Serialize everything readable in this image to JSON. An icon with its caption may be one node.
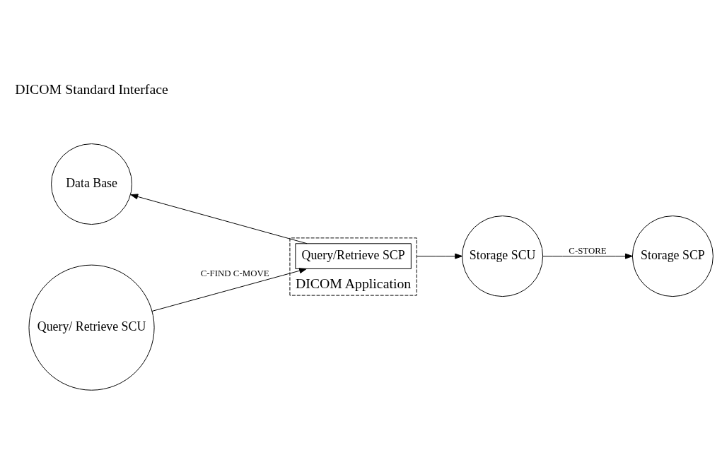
{
  "diagram": {
    "nodes": [
      {
        "text": [
          "DICOM Application"
        ]
      },
      {
        "text": [
          "Query/Retrieve SCP"
        ],
        "in": 0
      },
      {
        "text": [
          "Data Base"
        ]
      },
      {
        "text": [
          "Query/ Retrieve SCU"
        ]
      },
      {
        "text": [
          "Storage SCU"
        ]
      },
      {
        "text": [
          "Storage SCP"
        ]
      }
    ],
    "edges": [
      {
        "from": 1,
        "to": 2,
        "arrow": "to"
      },
      {
        "from": 3,
        "to": 1,
        "arrow": "to",
        "label": "C-FIND C-MOVE"
      },
      {
        "from": 0,
        "to": 4,
        "arrow": "to"
      },
      {
        "from": 4,
        "to": 5,
        "arrow": "to",
        "label": "C-STORE"
      }
    ],
    "labels": [
      "DICOM Standard Interface"
    ]
  }
}
